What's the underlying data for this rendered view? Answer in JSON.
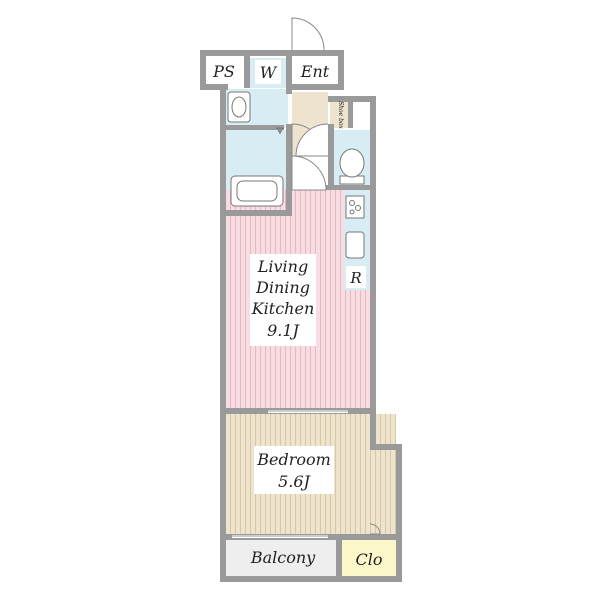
{
  "labels": {
    "ps": "PS",
    "w": "W",
    "ent": "Ent",
    "shoe_box": "Shoe box",
    "r": "R",
    "ldk_line1": "Living",
    "ldk_line2": "Dining",
    "ldk_line3": "Kitchen",
    "ldk_size": "9.1J",
    "bedroom": "Bedroom",
    "bedroom_size": "5.6J",
    "balcony": "Balcony",
    "clo": "Clo"
  },
  "colors": {
    "wall": "#9a9a9a",
    "wet_area": "#d8edf3",
    "ldk_floor": "#f7dde2",
    "ldk_stripe": "#e7b8c1",
    "bedroom_floor": "#eee3cc",
    "bedroom_stripe": "#d8c7a5",
    "entrance_floor": "#ede3cf",
    "balcony_floor": "#eeeeee",
    "closet_floor": "#fbf7c9",
    "label_bg": "#ffffff"
  }
}
